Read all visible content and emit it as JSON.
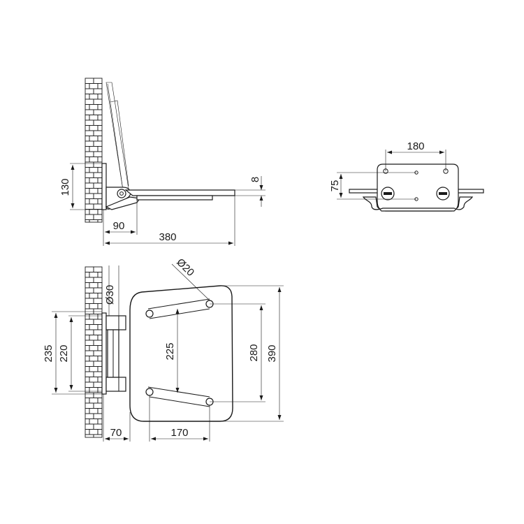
{
  "drawing": {
    "side_view": {
      "dim_height_130": "130",
      "dim_thickness_8": "8",
      "dim_depth_90": "90",
      "dim_depth_380": "380"
    },
    "rear_view": {
      "dim_hole_spacing_180": "180",
      "dim_height_75": "75"
    },
    "top_view": {
      "dim_pivot_diameter_30": "Ø30",
      "dim_bolt_diameter_20": "Ø20",
      "dim_bracket_235": "235",
      "dim_bracket_220": "220",
      "dim_rail_spacing_225": "225",
      "dim_seat_280": "280",
      "dim_seat_width_390": "390",
      "dim_offset_70": "70",
      "dim_rail_length_170": "170"
    }
  },
  "colors": {
    "line": "#1a1a1a",
    "background": "#ffffff"
  }
}
